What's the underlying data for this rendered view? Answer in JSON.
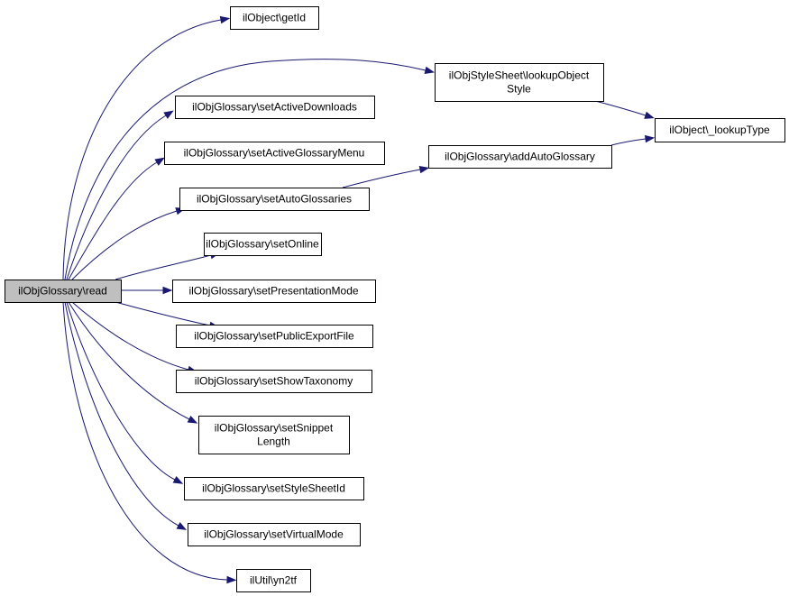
{
  "diagram": {
    "edge_color": "#191970",
    "root_fill": "#bfbfbf",
    "nodes": [
      {
        "id": "read",
        "lines": [
          "ilObjGlossary\\read"
        ],
        "root": true
      },
      {
        "id": "getId",
        "lines": [
          "ilObject\\getId"
        ]
      },
      {
        "id": "lookupObjectStyle",
        "lines": [
          "ilObjStyleSheet\\lookupObject",
          "Style"
        ]
      },
      {
        "id": "lookupType",
        "lines": [
          "ilObject\\_lookupType"
        ]
      },
      {
        "id": "setActiveDownloads",
        "lines": [
          "ilObjGlossary\\setActiveDownloads"
        ]
      },
      {
        "id": "setActiveGlossaryMenu",
        "lines": [
          "ilObjGlossary\\setActiveGlossaryMenu"
        ]
      },
      {
        "id": "addAutoGlossary",
        "lines": [
          "ilObjGlossary\\addAutoGlossary"
        ]
      },
      {
        "id": "setAutoGlossaries",
        "lines": [
          "ilObjGlossary\\setAutoGlossaries"
        ]
      },
      {
        "id": "setOnline",
        "lines": [
          "ilObjGlossary\\setOnline"
        ]
      },
      {
        "id": "setPresentationMode",
        "lines": [
          "ilObjGlossary\\setPresentationMode"
        ]
      },
      {
        "id": "setPublicExportFile",
        "lines": [
          "ilObjGlossary\\setPublicExportFile"
        ]
      },
      {
        "id": "setShowTaxonomy",
        "lines": [
          "ilObjGlossary\\setShowTaxonomy"
        ]
      },
      {
        "id": "setSnippetLength",
        "lines": [
          "ilObjGlossary\\setSnippet",
          "Length"
        ]
      },
      {
        "id": "setStyleSheetId",
        "lines": [
          "ilObjGlossary\\setStyleSheetId"
        ]
      },
      {
        "id": "setVirtualMode",
        "lines": [
          "ilObjGlossary\\setVirtualMode"
        ]
      },
      {
        "id": "yn2tf",
        "lines": [
          "ilUtil\\yn2tf"
        ]
      }
    ],
    "edges": [
      {
        "from": "read",
        "to": "getId"
      },
      {
        "from": "read",
        "to": "lookupObjectStyle"
      },
      {
        "from": "read",
        "to": "setActiveDownloads"
      },
      {
        "from": "read",
        "to": "setActiveGlossaryMenu"
      },
      {
        "from": "read",
        "to": "setAutoGlossaries"
      },
      {
        "from": "read",
        "to": "setOnline"
      },
      {
        "from": "read",
        "to": "setPresentationMode"
      },
      {
        "from": "read",
        "to": "setPublicExportFile"
      },
      {
        "from": "read",
        "to": "setShowTaxonomy"
      },
      {
        "from": "read",
        "to": "setSnippetLength"
      },
      {
        "from": "read",
        "to": "setStyleSheetId"
      },
      {
        "from": "read",
        "to": "setVirtualMode"
      },
      {
        "from": "read",
        "to": "yn2tf"
      },
      {
        "from": "lookupObjectStyle",
        "to": "lookupType"
      },
      {
        "from": "setAutoGlossaries",
        "to": "addAutoGlossary"
      },
      {
        "from": "addAutoGlossary",
        "to": "lookupType"
      }
    ]
  }
}
